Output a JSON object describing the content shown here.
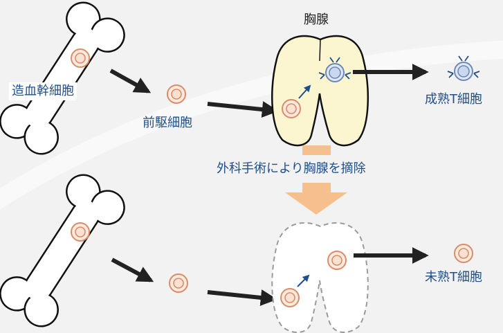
{
  "labels": {
    "thymus": "胸腺",
    "hematopoietic_stem_cell": "造血幹細胞",
    "precursor_cell": "前駆細胞",
    "mature_t_cell": "成熟T細胞",
    "thymectomy": "外科手術により胸腺を摘除",
    "immature_t_cell": "未熟T細胞"
  },
  "colors": {
    "background": "#f2f2f2",
    "thymus_fill": "#fbf6d0",
    "cell_outer": "#d98c6a",
    "cell_inner": "#fbe1d2",
    "t_cell_fill": "#c9d8ef",
    "down_arrow": "#f6c08e",
    "arrow": "#222222",
    "label_blue": "#1f4e8c"
  },
  "icons": {
    "bone": "bone-icon",
    "cell": "cell-icon",
    "t_cell": "t-cell-icon"
  }
}
